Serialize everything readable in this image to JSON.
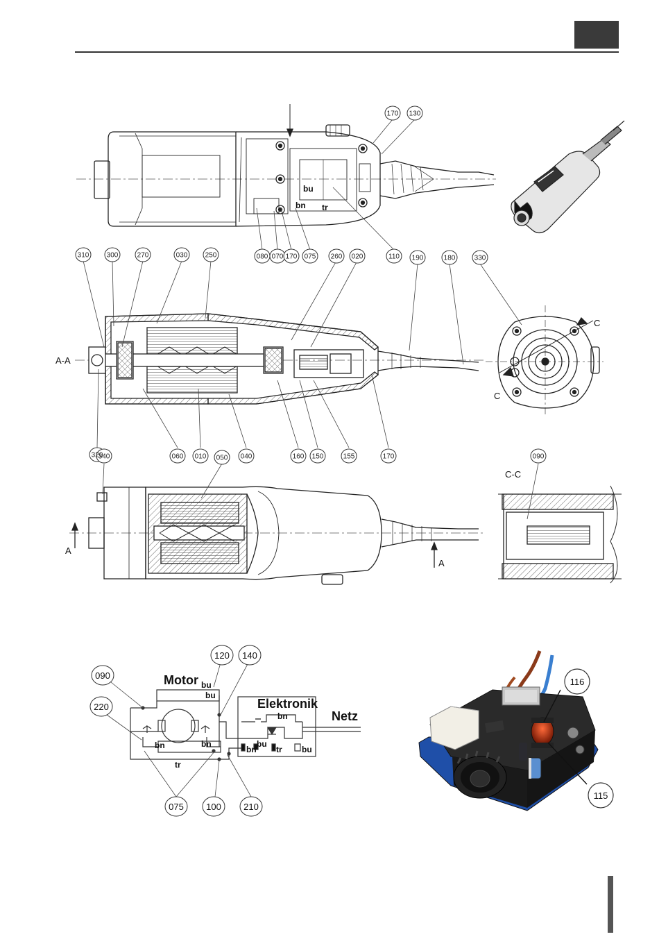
{
  "header": {
    "tab_color": "#3a3a3a",
    "rule_color": "#333333"
  },
  "top_view": {
    "wire_labels": [
      "bu",
      "bn",
      "tr"
    ]
  },
  "section_view": {
    "section_label": "A-A"
  },
  "bottom_view": {
    "arrow_label_left": "A",
    "arrow_label_right": "A"
  },
  "end_view": {
    "cut_label_top": "C",
    "cut_label_bottom": "C"
  },
  "detail_view": {
    "section_label": "C-C"
  },
  "callouts": [
    {
      "id": "c170a",
      "label": "170"
    },
    {
      "id": "c130",
      "label": "130"
    },
    {
      "id": "c080",
      "label": "080"
    },
    {
      "id": "c070",
      "label": "070"
    },
    {
      "id": "c170b",
      "label": "170"
    },
    {
      "id": "c075a",
      "label": "075"
    },
    {
      "id": "c110",
      "label": "110"
    },
    {
      "id": "c310",
      "label": "310"
    },
    {
      "id": "c300",
      "label": "300"
    },
    {
      "id": "c270",
      "label": "270"
    },
    {
      "id": "c030",
      "label": "030"
    },
    {
      "id": "c250",
      "label": "250"
    },
    {
      "id": "c260",
      "label": "260"
    },
    {
      "id": "c020",
      "label": "020"
    },
    {
      "id": "c190",
      "label": "190"
    },
    {
      "id": "c180",
      "label": "180"
    },
    {
      "id": "c330",
      "label": "330"
    },
    {
      "id": "c320",
      "label": "320"
    },
    {
      "id": "c060",
      "label": "060"
    },
    {
      "id": "c010",
      "label": "010"
    },
    {
      "id": "c040",
      "label": "040"
    },
    {
      "id": "c160",
      "label": "160"
    },
    {
      "id": "c150",
      "label": "150"
    },
    {
      "id": "c155",
      "label": "155"
    },
    {
      "id": "c170c",
      "label": "170"
    },
    {
      "id": "c340",
      "label": "340"
    },
    {
      "id": "c050",
      "label": "050"
    },
    {
      "id": "c090a",
      "label": "090"
    }
  ],
  "wiring": {
    "motor_label": "Motor",
    "motor_sub": "bu",
    "elektronik_label": "Elektronik",
    "netz_label": "Netz",
    "wire_bu_top": "bu",
    "wire_bn_left": "bn",
    "wire_bn_right": "bn",
    "wire_tr": "tr",
    "el_bn_top": "bn",
    "el_bn_left": "bn",
    "el_bu_mid": "bu",
    "el_tr": "tr",
    "el_bu_right": "bu",
    "callouts": [
      {
        "id": "w120",
        "label": "120"
      },
      {
        "id": "w140",
        "label": "140"
      },
      {
        "id": "w090",
        "label": "090"
      },
      {
        "id": "w220",
        "label": "220"
      },
      {
        "id": "w075",
        "label": "075"
      },
      {
        "id": "w100",
        "label": "100"
      },
      {
        "id": "w210",
        "label": "210"
      }
    ]
  },
  "photo": {
    "callout_top": "116",
    "callout_bottom": "115",
    "board_color": "#1e4fa8",
    "housing_color": "#1f1f1f"
  }
}
